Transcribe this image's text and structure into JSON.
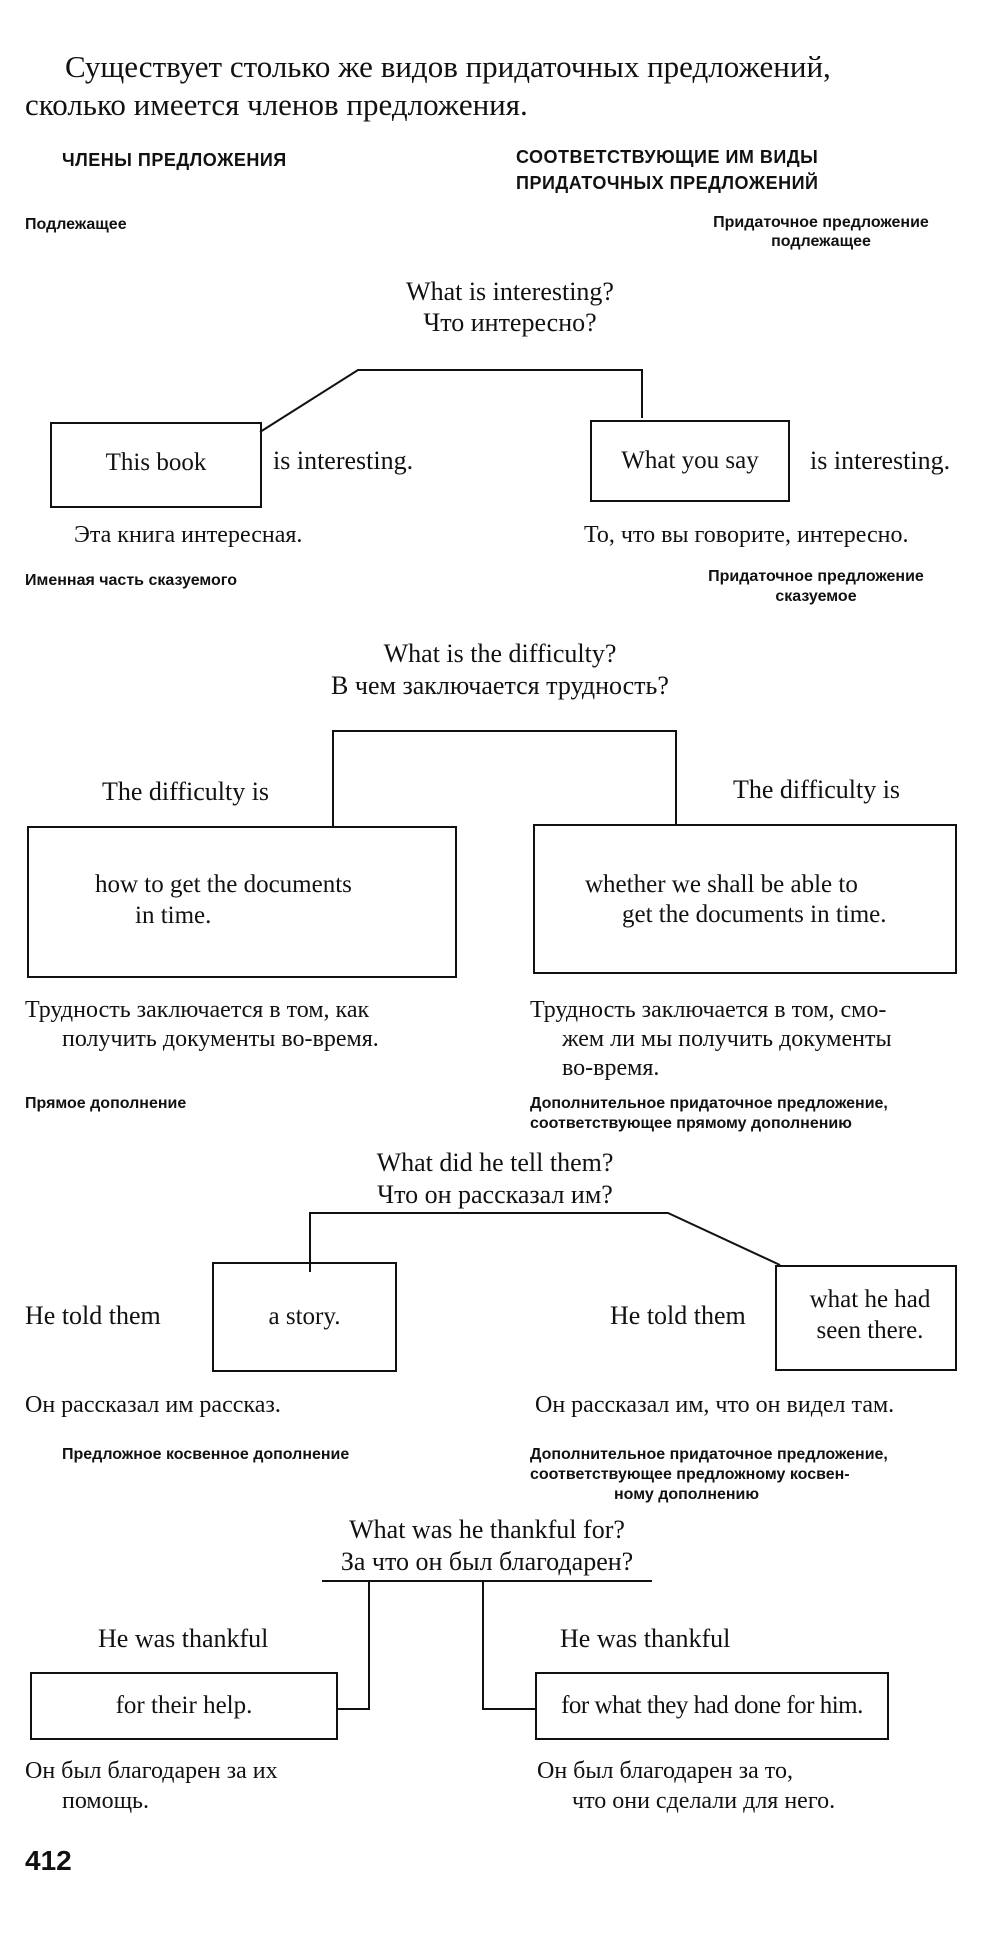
{
  "intro": {
    "line1": "Существует столько же видов придаточных предложений,",
    "line2": "сколько имеется членов предложения."
  },
  "columns": {
    "left_header": "ЧЛЕНЫ ПРЕДЛОЖЕНИЯ",
    "right_header_1": "СООТВЕТСТВУЮЩИЕ ИМ ВИДЫ",
    "right_header_2": "ПРИДАТОЧНЫХ ПРЕДЛОЖЕНИЙ"
  },
  "sec1": {
    "left_label": "Подлежащее",
    "right_label_1": "Придаточное предложение",
    "right_label_2": "подлежащее",
    "q_en": "What is interesting?",
    "q_ru": "Что интересно?",
    "left_box": "This book",
    "left_rest": "is interesting.",
    "right_box": "What you say",
    "right_rest": "is interesting.",
    "left_ru": "Эта книга интересная.",
    "right_ru": "То, что вы говорите, интересно."
  },
  "sec2": {
    "left_label": "Именная часть сказуемого",
    "right_label_1": "Придаточное предложение",
    "right_label_2": "сказуемое",
    "q_en": "What is the difficulty?",
    "q_ru": "В чем заключается трудность?",
    "left_head": "The difficulty is",
    "right_head": "The difficulty is",
    "left_box_1": "how to get the documents",
    "left_box_2": "in time.",
    "right_box_1": "whether we shall be able to",
    "right_box_2": "get the documents in time.",
    "left_ru_1": "Трудность заключается в том, как",
    "left_ru_2": "получить документы во-время.",
    "right_ru_1": "Трудность заключается в том, смо-",
    "right_ru_2": "жем ли мы получить документы",
    "right_ru_3": "во-время."
  },
  "sec3": {
    "left_label": "Прямое дополнение",
    "right_label_1": "Дополнительное придаточное предложение,",
    "right_label_2": "соответствующее прямому дополнению",
    "q_en": "What did he tell them?",
    "q_ru": "Что он рассказал им?",
    "left_pre": "He told them",
    "left_box": "a story.",
    "right_pre": "He told them",
    "right_box_1": "what he had",
    "right_box_2": "seen there.",
    "left_ru": "Он рассказал им рассказ.",
    "right_ru": "Он рассказал им, что он видел там."
  },
  "sec4": {
    "left_label": "Предложное косвенное дополнение",
    "right_label_1": "Дополнительное придаточное предложение,",
    "right_label_2": "соответствующее предложному косвен-",
    "right_label_3": "ному дополнению",
    "q_en": "What was he thankful for?",
    "q_ru": "За что он был благодарен?",
    "left_head": "He was thankful",
    "right_head": "He was thankful",
    "left_box": "for their help.",
    "right_box": "for what they had done for him.",
    "left_ru_1": "Он был благодарен за их",
    "left_ru_2": "помощь.",
    "right_ru_1": "Он был благодарен за то,",
    "right_ru_2": "что они сделали для него."
  },
  "page_number": "412"
}
